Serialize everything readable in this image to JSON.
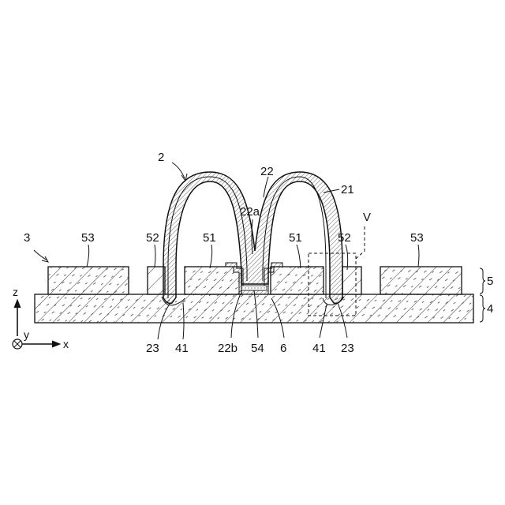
{
  "labels": {
    "label_2": "2",
    "label_3": "3",
    "label_4": "4",
    "label_5": "5",
    "label_6": "6",
    "label_21": "21",
    "label_22": "22",
    "label_22a": "22a",
    "label_22b": "22b",
    "label_23_left": "23",
    "label_23_right": "23",
    "label_41_left": "41",
    "label_41_right": "41",
    "label_51_left": "51",
    "label_51_right": "51",
    "label_52_left": "52",
    "label_52_right": "52",
    "label_53_left": "53",
    "label_53_right": "53",
    "label_54": "54",
    "label_v": "V"
  },
  "axes": {
    "z": "z",
    "y": "y",
    "x": "x"
  }
}
